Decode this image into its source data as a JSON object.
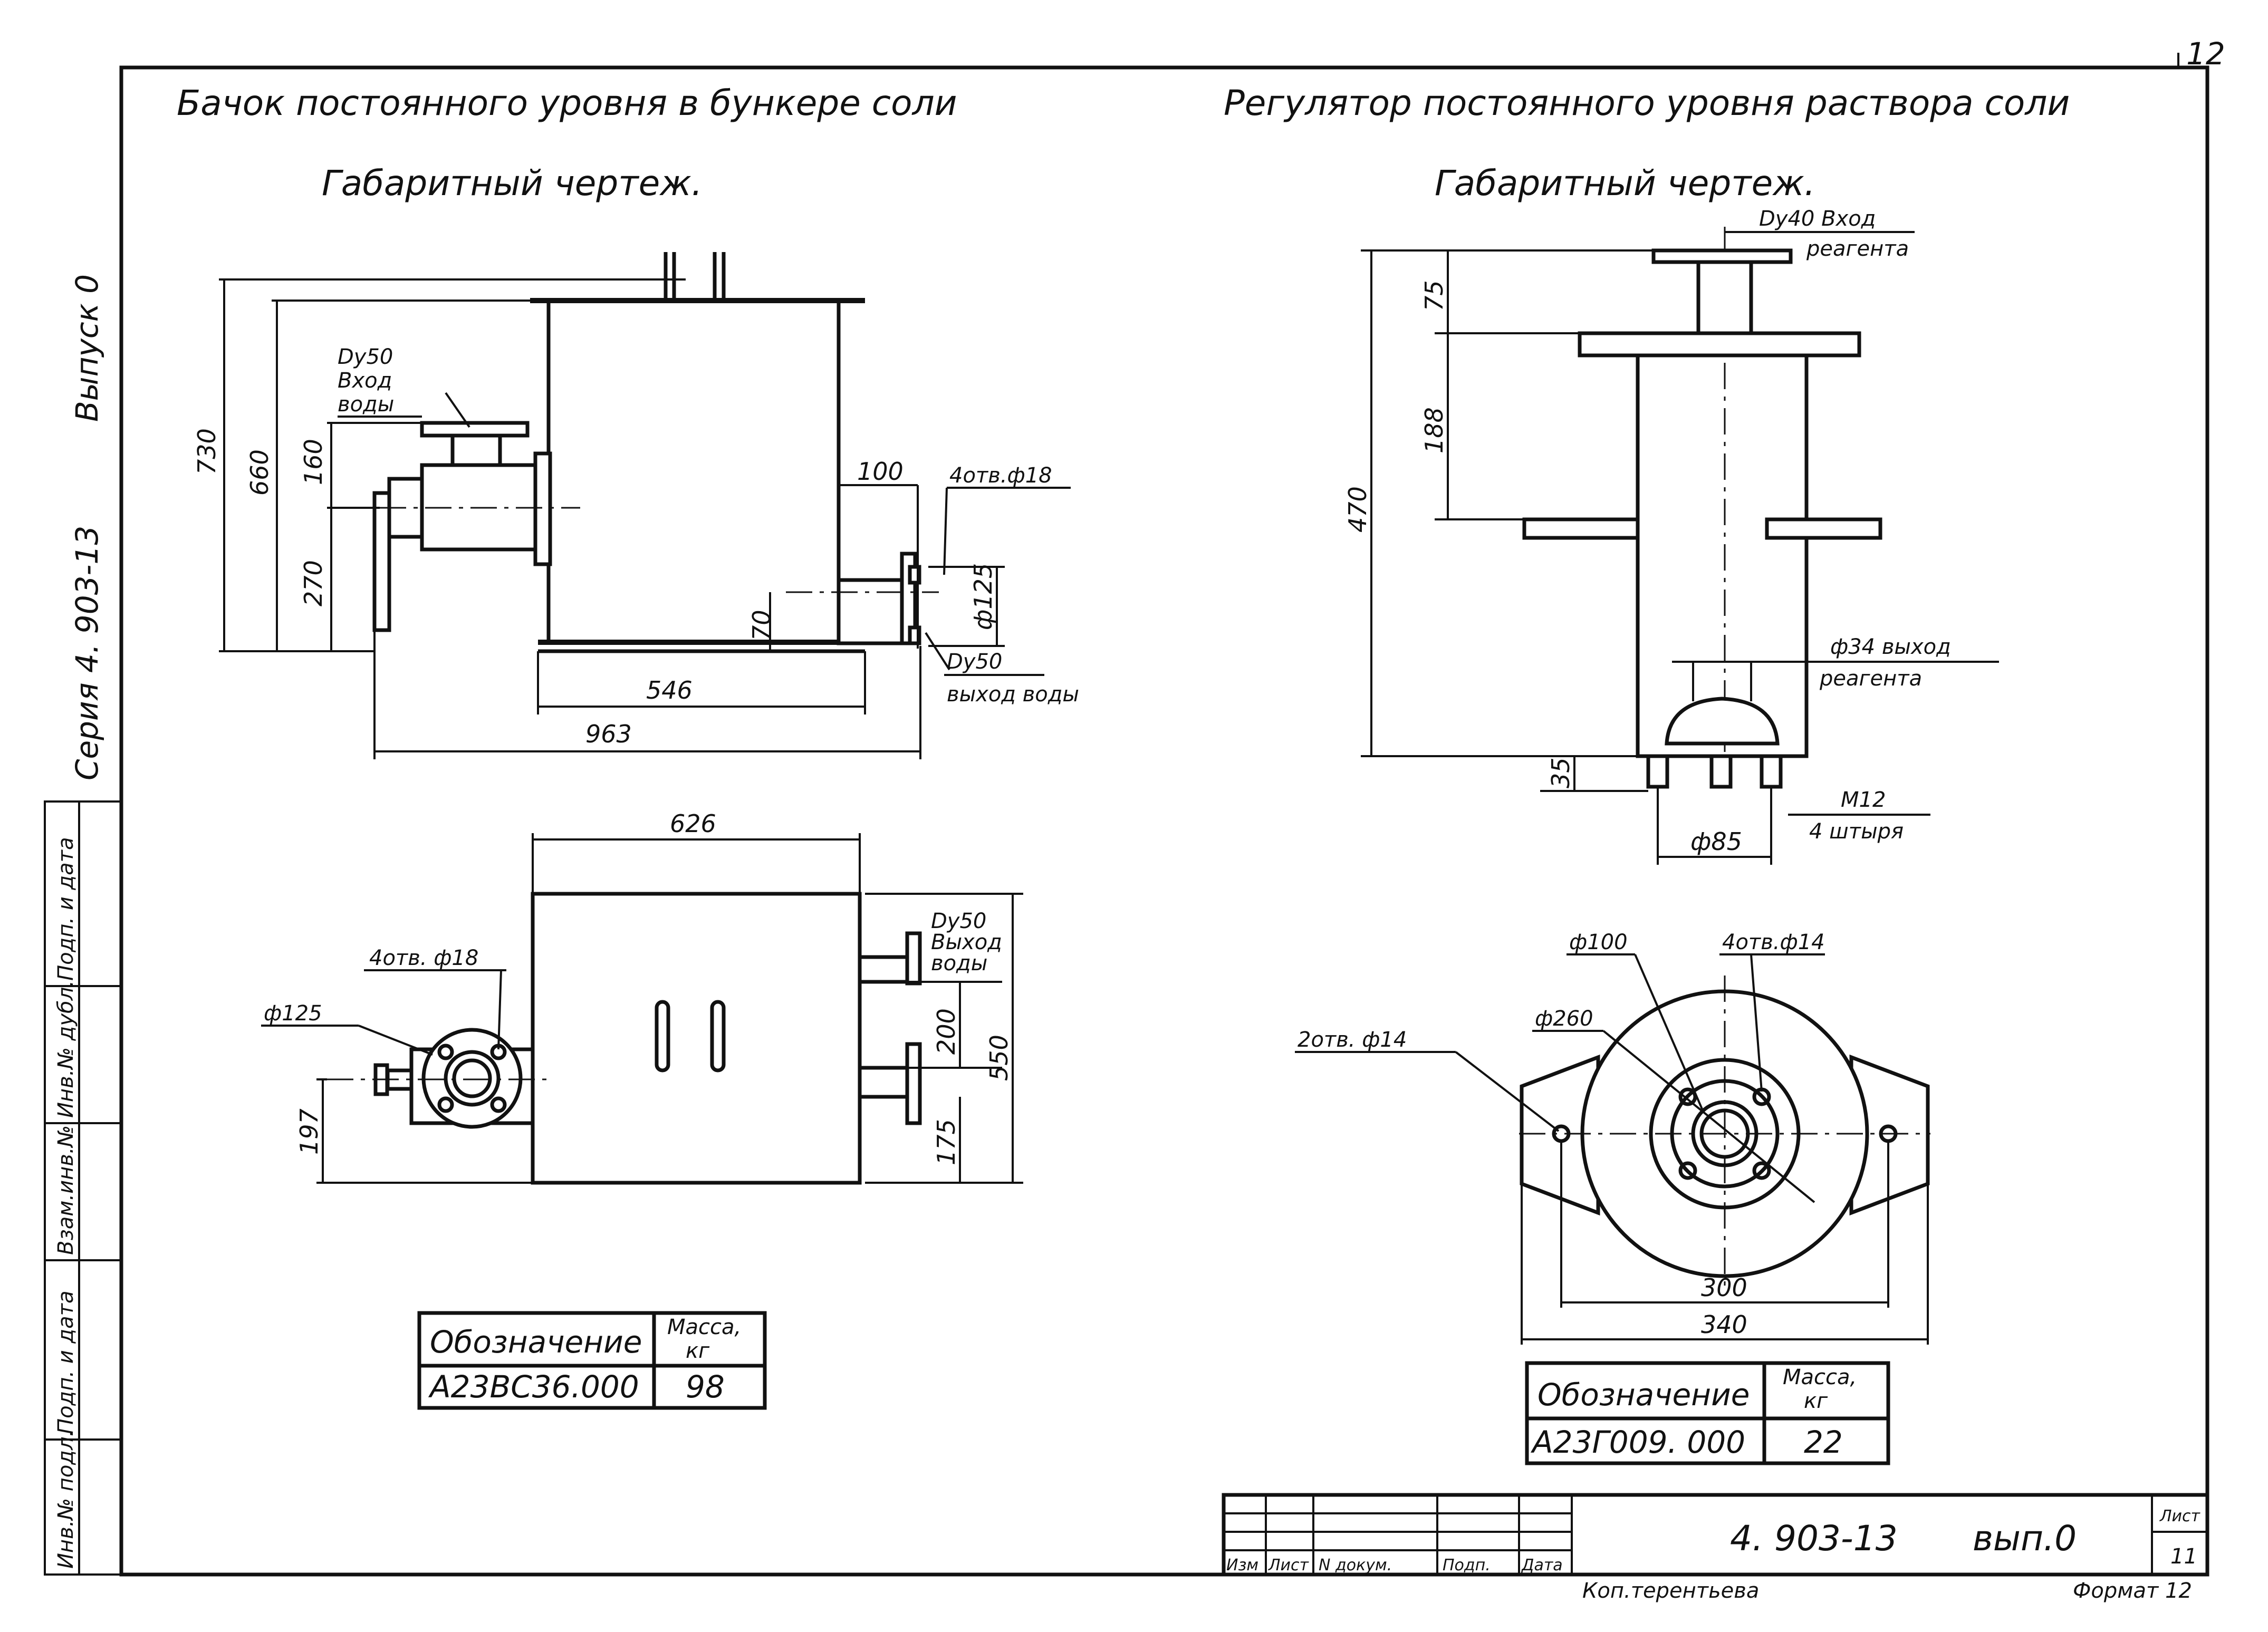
{
  "sheet": {
    "page_number": "12",
    "revision_label": "Выпуск 0",
    "series_label": "Серия  4. 903-13",
    "side_stamps": [
      "Взам.инв.№",
      "Инв.№ дубл.",
      "Подп. и дата",
      "Инв.№ подл.",
      "Подп. и дата"
    ]
  },
  "left_drawing": {
    "title": "Бачок постоянного уровня в бункере соли",
    "subtitle": "Габаритный чертеж.",
    "labels": {
      "inlet": [
        "Dу50",
        "Вход",
        "воды"
      ],
      "outlet": [
        "Dу50",
        "выход воды"
      ],
      "holes_top": "4отв.ф18",
      "holes_plan": "4отв. ф18",
      "dia_plan": "ф125",
      "outlet_plan": [
        "Dу50",
        "Выход",
        "воды"
      ]
    },
    "dimensions": {
      "d730": "730",
      "d660": "660",
      "d160": "160",
      "d270": "270",
      "d100": "100",
      "d70": "70",
      "d125": "ф125",
      "d546": "546",
      "d963": "963",
      "d626": "626",
      "d200": "200",
      "d175": "175",
      "d550": "550",
      "d197": "197"
    },
    "table": {
      "header": "Обозначение",
      "mass_header": [
        "Масса,",
        "кг"
      ],
      "designation": "А23ВС36.000",
      "mass": "98"
    }
  },
  "right_drawing": {
    "title": "Регулятор постоянного уровня раствора соли",
    "subtitle": "Габаритный чертеж.",
    "labels": {
      "inlet": [
        "Dу40  Вход",
        "реагента"
      ],
      "outlet": [
        "ф34  выход",
        "реагента"
      ],
      "studs": [
        "М12",
        "4 штыря"
      ],
      "d100": "ф100",
      "holes4": "4отв.ф14",
      "d260": "ф260",
      "holes2": "2отв. ф14"
    },
    "dimensions": {
      "d75": "75",
      "d188": "188",
      "d470": "470",
      "d35": "35",
      "d85": "ф85",
      "d300": "300",
      "d340": "340"
    },
    "table": {
      "header": "Обозначение",
      "mass_header": [
        "Масса,",
        "кг"
      ],
      "designation": "А23Г009. 000",
      "mass": "22"
    }
  },
  "title_block": {
    "doc_number": "4. 903-13",
    "issue": "вып.0",
    "sheet_label": "Лист",
    "sheet_number": "11",
    "columns": [
      "Изм",
      "Лист",
      "N докум.",
      "Подп.",
      "Дата"
    ],
    "copied_by": "Коп.терентьева",
    "format": "Формат 12"
  }
}
